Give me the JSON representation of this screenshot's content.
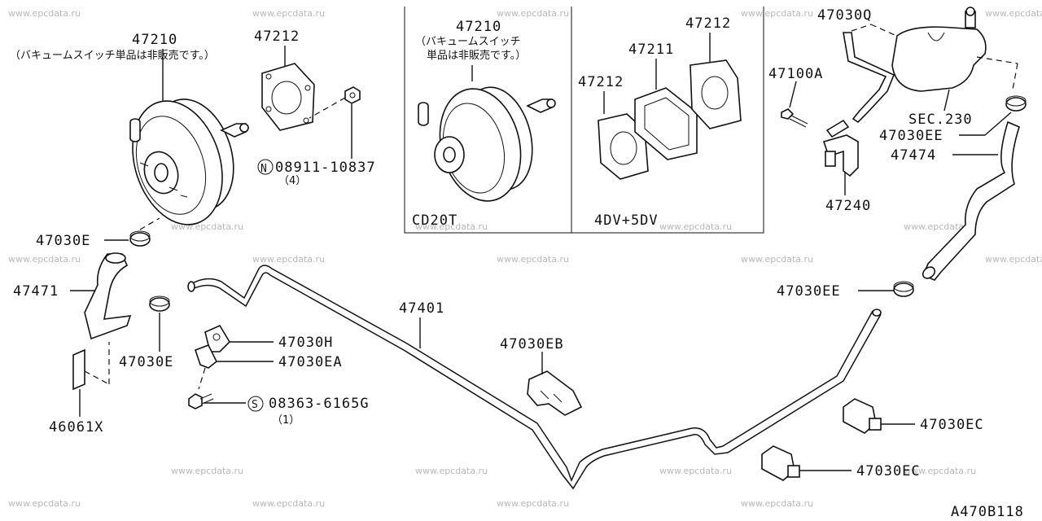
{
  "watermark": "www.epcdata.ru",
  "diagram_code": "A470B118",
  "parts": {
    "booster_left": "47210",
    "booster_left_note1": "（バキュームスイッチ単品は非販売です。）",
    "gasket_left": "47212",
    "nut_code": "08911-10837",
    "nut_qty": "（4）",
    "nut_prefix": "N",
    "booster_box": "47210",
    "booster_box_note1": "（バキュームスイッチ",
    "booster_box_note2": "単品は非販売です。）",
    "box_label_cd20t": "CD20T",
    "box_label_4dv": "4DV+5DV",
    "gasket_box_a": "47212",
    "spacer_box": "47211",
    "gasket_box_b": "47212",
    "hose_top": "47030Q",
    "bolt_top": "47100A",
    "valve": "47240",
    "sec": "SEC.230",
    "clamp_ee_top": "47030EE",
    "hose_right": "47474",
    "clamp_e_top": "47030E",
    "hose_left": "47471",
    "clamp_e_bot": "47030E",
    "protector": "46061X",
    "tube": "47401",
    "clip_h": "47030H",
    "clip_ea": "47030EA",
    "screw_code": "08363-6165G",
    "screw_qty": "（1）",
    "screw_prefix": "S",
    "clip_eb": "47030EB",
    "clamp_ee_mid": "47030EE",
    "clip_ec_a": "47030EC",
    "clip_ec_b": "47030EC"
  }
}
